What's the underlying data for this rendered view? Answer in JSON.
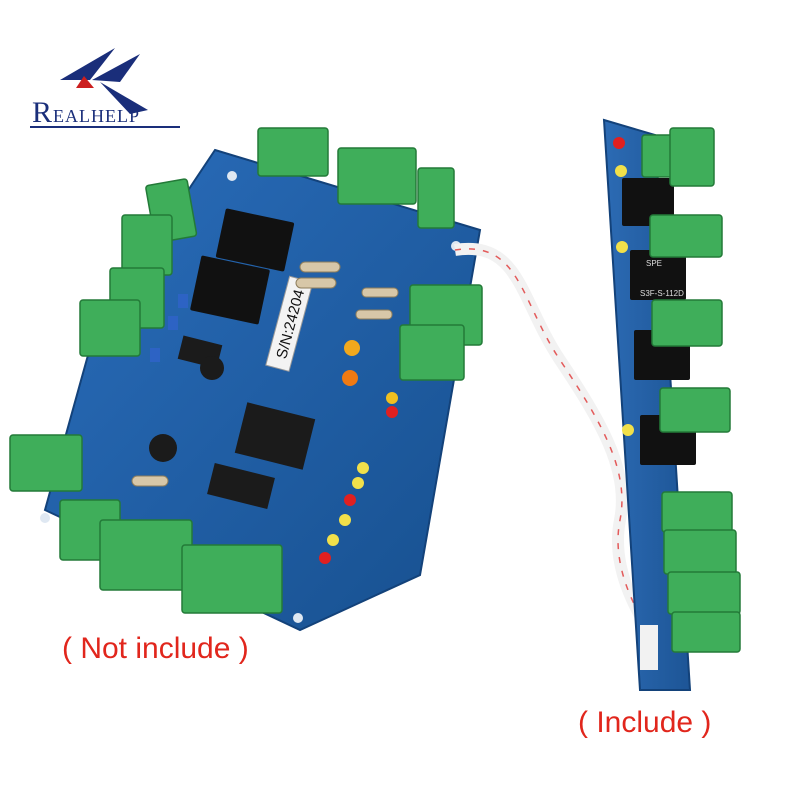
{
  "logo": {
    "initial": "R",
    "rest": "EALHELP",
    "accent_color": "#1a2e7a",
    "red_stroke": "#cc1f1f"
  },
  "main_board": {
    "serial_label": "S/N:24204",
    "status": "Not include",
    "color": "#1f5fa8"
  },
  "extension_board": {
    "relay_brand": "SPE",
    "relay_model": "S3F-S-112D",
    "status": "Include",
    "color": "#2a66ae"
  },
  "captions": {
    "left": "( Not include )",
    "right": "( Include )",
    "color": "#e1261c"
  },
  "colors": {
    "terminal_green": "#3fae5a",
    "pcb_blue": "#1f5fa8",
    "relay_black": "#111111"
  }
}
